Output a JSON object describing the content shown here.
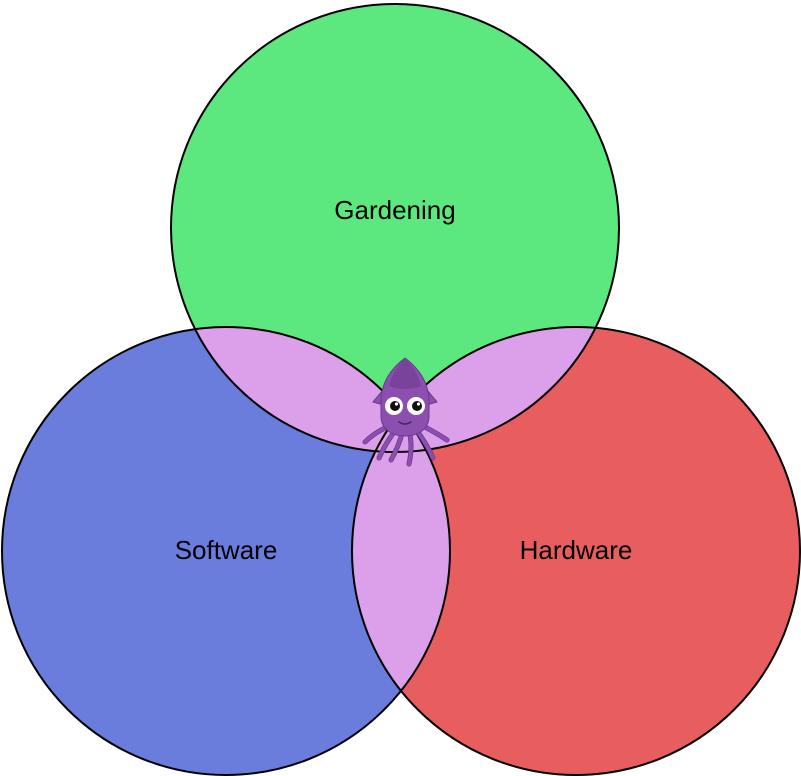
{
  "diagram": {
    "type": "venn",
    "sets": [
      {
        "key": "gardening",
        "label": "Gardening",
        "color": "#5de87f"
      },
      {
        "key": "software",
        "label": "Software",
        "color": "#6a7cdc"
      },
      {
        "key": "hardware",
        "label": "Hardware",
        "color": "#e85d5e"
      }
    ],
    "overlap_color": "#dc9fe9",
    "outline_color": "#000000",
    "center_icon": "squid-mascot-icon",
    "mascot_colors": {
      "body": "#8c4fb0",
      "body_dark": "#6b3a8a",
      "eye_white": "#ffffff",
      "pupil": "#111111"
    }
  }
}
